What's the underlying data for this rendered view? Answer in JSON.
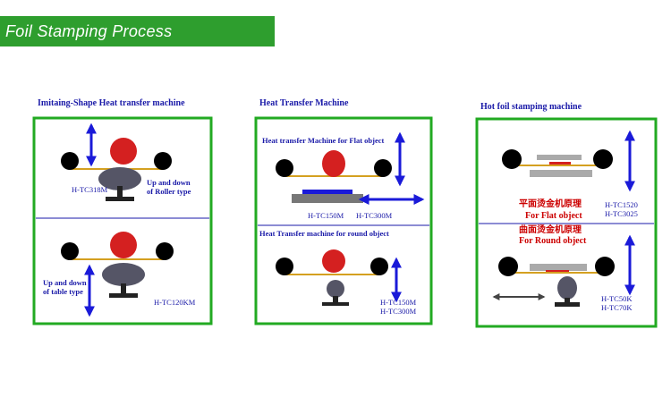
{
  "banner": {
    "title": "Foil Stamping Process"
  },
  "panels": {
    "imitating": {
      "title": "Imitaing-Shape Heat transfer machine",
      "top_model": "H-TC318M",
      "top_caption_1": "Up and down",
      "top_caption_2": "of Roller type",
      "bottom_caption_1": "Up and down",
      "bottom_caption_2": "of table type",
      "bottom_model": "H-TC120KM"
    },
    "heat_transfer": {
      "title": "Heat Transfer Machine",
      "top_subtitle": "Heat transfer Machine for Flat object",
      "top_model_1": "H-TC150M",
      "top_model_2": "H-TC300M",
      "bottom_subtitle": "Heat Transfer machine for round object",
      "bottom_model_1": "H-TC150M",
      "bottom_model_2": "H-TC300M"
    },
    "hot_foil": {
      "title": "Hot foil stamping machine",
      "top_model_1": "H-TC1520",
      "top_model_2": "H-TC3025",
      "flat_cn": "平面烫金机原理",
      "flat_en": "For Flat object",
      "round_cn": "曲面烫金机原理",
      "round_en": "For Round object",
      "bottom_model_1": "H-TC50K",
      "bottom_model_2": "H-TC70K"
    }
  },
  "colors": {
    "banner": "#2e9e2e",
    "panel_border": "#22aa22",
    "divider": "#1a1aa8",
    "arrow": "#1a1ad8",
    "heater": "#d42020",
    "roller": "#000000",
    "foil": "#d4a020",
    "object": "#555566",
    "text": "#1a1aa8",
    "text_red": "#cc0000"
  }
}
